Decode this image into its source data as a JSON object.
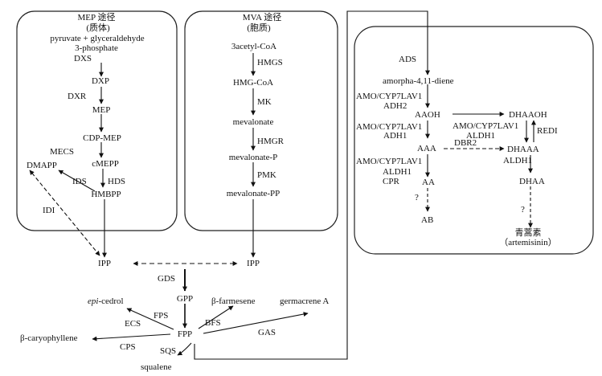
{
  "panels": {
    "mep": {
      "title": "MEP 途径",
      "subtitle": "(质体)"
    },
    "mva": {
      "title": "MVA 途径",
      "subtitle": "(胞质)"
    }
  },
  "mep": {
    "pyruvate": "pyruvate + glyceraldehyde",
    "phosphate": "3-phosphate",
    "dxs": "DXS",
    "dxp": "DXP",
    "dxr": "DXR",
    "mep_node": "MEP",
    "cdp_mep": "CDP-MEP",
    "mecs": "MECS",
    "cmepp": "cMEPP",
    "dmapp": "DMAPP",
    "ids": "IDS",
    "hds": "HDS",
    "hmbpp": "HMBPP",
    "idi": "IDI"
  },
  "mva": {
    "acetyl": "3acetyl-CoA",
    "hmgs": "HMGS",
    "hmg_coa": "HMG-CoA",
    "mk": "MK",
    "mevalonate": "mevalonate",
    "hmgr": "HMGR",
    "mevalonate_p": "mevalonate-P",
    "pmk": "PMK",
    "mevalonate_pp": "mevalonate-PP"
  },
  "core": {
    "ipp_left": "IPP",
    "ipp_right": "IPP",
    "gds": "GDS",
    "gpp": "GPP",
    "fps": "FPS",
    "fpp": "FPP",
    "epi_cedrol_italic": "epi",
    "epi_cedrol_rest": "-cedrol",
    "ecs": "ECS",
    "beta_caryophyllene": "β-caryophyllene",
    "cps": "CPS",
    "sqs": "SQS",
    "squalene": "squalene",
    "beta_farnesene": "β-farmesene",
    "bfs": "BFS",
    "germacrene": "germacrene A",
    "gas": "GAS"
  },
  "art": {
    "ads": "ADS",
    "amorpha": "amorpha-4,11-diene",
    "amo1": "AMO/CYP7LAV1",
    "adh2": "ADH2",
    "aaoh": "AAOH",
    "dhaaoh": "DHAAOH",
    "amo2": "AMO/CYP7LAV1",
    "adh1": "ADH1",
    "amo3": "AMO/CYP7LAV1",
    "aldh1_b": "ALDH1",
    "redi": "REDI",
    "aaa": "AAA",
    "dbr2": "DBR2",
    "dhaaa": "DHAAA",
    "amo4": "AMO/CYP7LAV1",
    "aldh1_c": "ALDH1",
    "aldh1_d": "ALDH1",
    "cpr": "CPR",
    "aa": "AA",
    "dhaa": "DHAA",
    "q1": "?",
    "q2": "?",
    "ab": "AB",
    "artemisinin_cn": "青蒿素",
    "artemisinin_en": "（artemisinin）"
  }
}
